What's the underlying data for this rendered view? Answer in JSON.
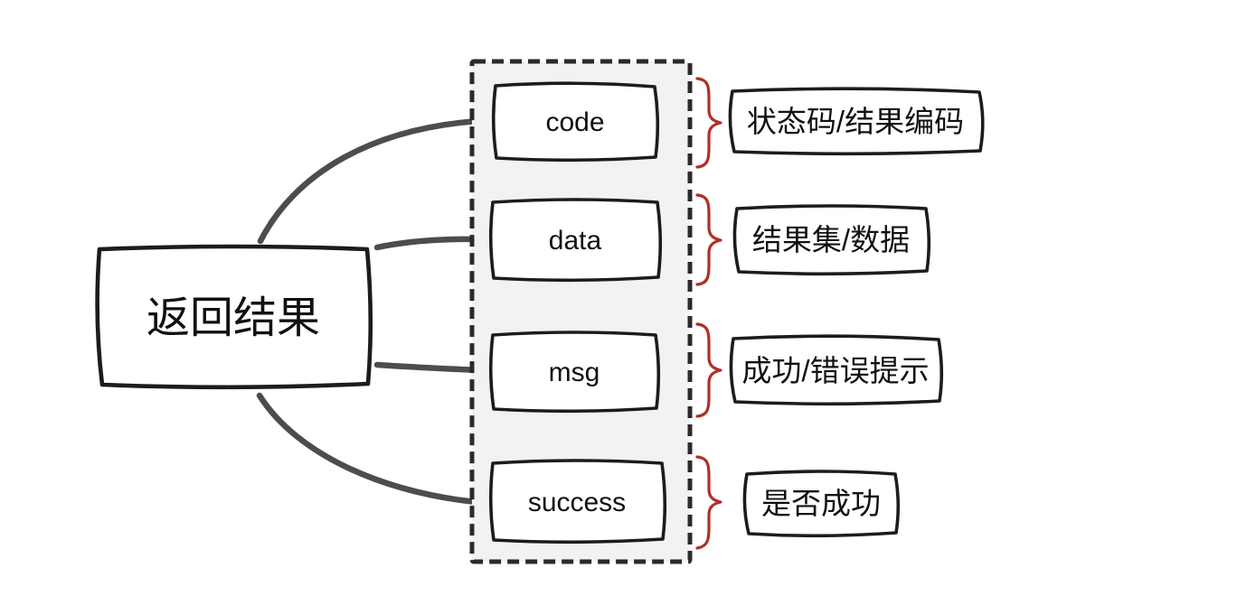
{
  "diagram": {
    "root": {
      "label": "返回结果"
    },
    "fields": [
      {
        "name": "code",
        "description": "状态码/结果编码"
      },
      {
        "name": "data",
        "description": "结果集/数据"
      },
      {
        "name": "msg",
        "description": "成功/错误提示"
      },
      {
        "name": "success",
        "description": "是否成功"
      }
    ],
    "colors": {
      "background": "#ffffff",
      "box_fill": "#ffffff",
      "stroke": "#1c1c1c",
      "container_fill": "#f2f2f2",
      "container_border": "#2a2a2a",
      "connector": "#4d4d4d",
      "brace": "#b03026",
      "text_color": "#111111"
    }
  }
}
